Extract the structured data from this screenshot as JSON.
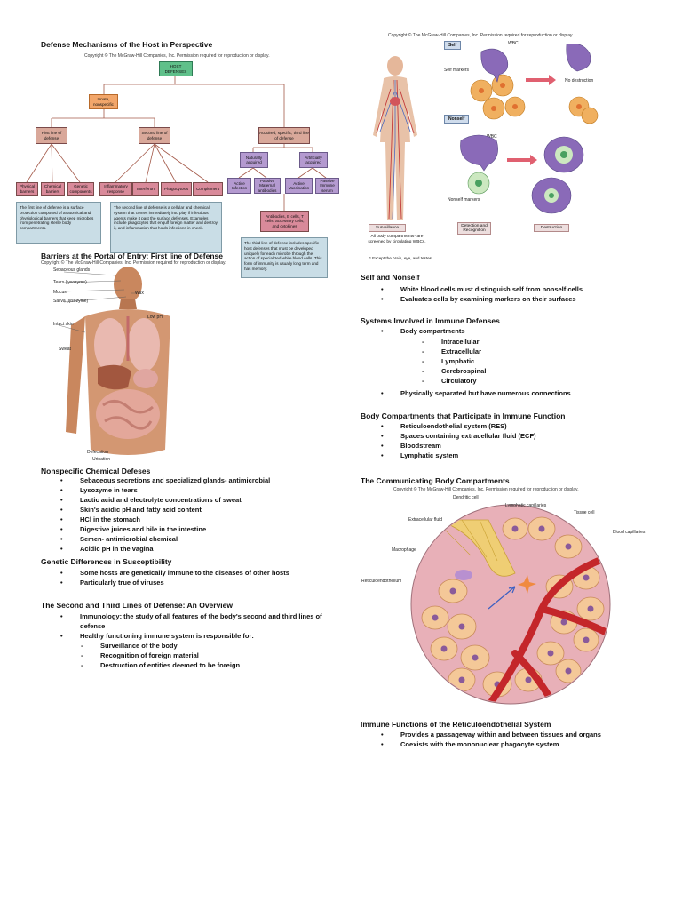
{
  "sec1": {
    "title": "Defense Mechanisms of the Host in Perspective",
    "copyright": "Copyright © The McGraw-Hill Companies, Inc. Permission required for reproduction or display.",
    "host": "HOST DEFENSES",
    "innate": "Innate, nonspecific",
    "first": "First line of defense",
    "second": "Second line of defense",
    "acquired": "Acquired, specific, third line of defense",
    "naturally": "Naturally acquired",
    "artificially": "Artificially acquired",
    "leaves": [
      "Physical barriers",
      "Chemical barriers",
      "Genetic components",
      "Inflammatory response",
      "Interferon",
      "Phagocytosis",
      "Complement",
      "Active Infection",
      "Passive Maternal antibodies",
      "Active Vaccination",
      "Passive Immune serum"
    ],
    "antibodies": "Antibodies, B cells, T cells, accessory cells, and cytokines",
    "note1": "The first line of defense is a surface protection composed of anatomical and physiological barriers that keep microbes from penetrating sterile body compartments.",
    "note2": "The second line of defense is a cellular and chemical system that comes immediately into play if infectious agents make it past the surface defenses. Examples include phagocytes that engulf foreign matter and destroy it, and inflammation that holds infections in check.",
    "note3": "The third line of defense includes specific host defenses that must be developed uniquely for each microbe through the action of specialized white blood cells. This form of immunity is usually long term and has memory."
  },
  "sec2": {
    "title": "Barriers at the Portal of Entry: First line of Defense",
    "copyright": "Copyright © The McGraw-Hill Companies, Inc. Permission required for reproduction or display.",
    "labels": [
      "Sebaceous glands",
      "Tears (lysozyme)",
      "Mucus",
      "Saliva (lysozyme)",
      "Intact skin",
      "Wax",
      "Low pH",
      "Sweat",
      "Defecation",
      "Urination"
    ]
  },
  "sec3": {
    "title": "Nonspecific Chemical Defeses",
    "items": [
      "Sebaceous secretions and specialized glands- antimicrobial",
      "Lysozyme in tears",
      "Lactic acid and electrolyte concentrations of sweat",
      "Skin's acidic pH and fatty acid content",
      "HCl in the stomach",
      "Digestive juices and bile in the intestine",
      "Semen- antimicrobial chemical",
      "Acidic pH in the vagina"
    ]
  },
  "sec4": {
    "title": "Genetic Differences in Susceptibility",
    "items": [
      "Some hosts are genetically immune to the diseases of other hosts",
      "Particularly true of viruses"
    ]
  },
  "sec5": {
    "title": "The Second and Third Lines of Defense: An Overview",
    "item1": "Immunology: the study of all features of the body's second and third lines of defense",
    "item2": "Healthy functioning immune system is responsible for:",
    "subs": [
      "Surveillance of the body",
      "Recognition of foreign material",
      "Destruction of entities deemed to be foreign"
    ]
  },
  "fig1": {
    "copyright": "Copyright © The McGraw-Hill Companies, Inc. Permission required for reproduction or display.",
    "self": "Self",
    "wbc": "WBC",
    "self_markers": "Self markers",
    "no_destruction": "No destruction",
    "nonself": "Nonself",
    "wbc2": "WBC",
    "nonself_markers": "Nonself markers",
    "surveillance": "Surveillance",
    "surv_text": "All body compartments* are screened by circulating WBCs.",
    "footnote": "* Except the brain, eye, and testes.",
    "detection": "Detection and Recognition",
    "destruction": "Destruction"
  },
  "sec6": {
    "title": "Self and Nonself",
    "items": [
      "White blood cells must distinguish self from nonself cells",
      "Evaluates cells by examining markers on their surfaces"
    ]
  },
  "sec7": {
    "title": "Systems Involved in Immune Defenses",
    "item1": "Body compartments",
    "subs": [
      "Intracellular",
      "Extracellular",
      "Lymphatic",
      "Cerebrospinal",
      "Circulatory"
    ],
    "item2": "Physically separated but have numerous connections"
  },
  "sec8": {
    "title": "Body Compartments that Participate in Immune Function",
    "items": [
      "Reticuloendothelial system (RES)",
      "Spaces containing extracellular fluid (ECF)",
      "Bloodstream",
      "Lymphatic system"
    ]
  },
  "sec9": {
    "title": "The Communicating Body Compartments",
    "copyright": "Copyright © The McGraw-Hill Companies, Inc. Permission required for reproduction or display.",
    "labels": [
      "Dendritic cell",
      "Lymphatic capillaries",
      "Tissue cell",
      "Extracellular fluid",
      "Blood capillaries",
      "Macrophage",
      "Reticuloendothelium"
    ]
  },
  "sec10": {
    "title": "Immune Functions of the Reticuloendothelial System",
    "items": [
      "Provides a passageway within and between tissues and organs",
      "Coexists with the mononuclear phagocyte system"
    ]
  },
  "colors": {
    "pink_box": "#d98a9a",
    "green_box": "#5fc08a",
    "orange_box": "#f2a66a",
    "purple_box": "#b49ad0",
    "note_blue": "#c9dde6"
  }
}
